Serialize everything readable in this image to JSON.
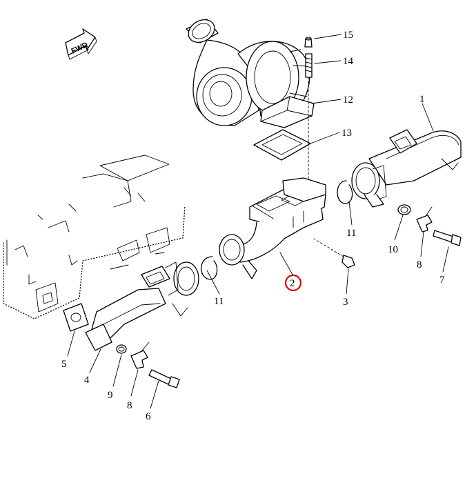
{
  "fwd_label": "FWD",
  "highlight_color": "#d9000d",
  "callouts": [
    {
      "id": "15",
      "text": "15"
    },
    {
      "id": "14",
      "text": "14"
    },
    {
      "id": "12",
      "text": "12"
    },
    {
      "id": "13",
      "text": "13"
    },
    {
      "id": "1",
      "text": "1"
    },
    {
      "id": "11a",
      "text": "11"
    },
    {
      "id": "11b",
      "text": "11"
    },
    {
      "id": "10",
      "text": "10"
    },
    {
      "id": "8a",
      "text": "8"
    },
    {
      "id": "8b",
      "text": "8"
    },
    {
      "id": "7",
      "text": "7"
    },
    {
      "id": "2",
      "text": "2",
      "highlighted": true
    },
    {
      "id": "3",
      "text": "3"
    },
    {
      "id": "5",
      "text": "5"
    },
    {
      "id": "4",
      "text": "4"
    },
    {
      "id": "9",
      "text": "9"
    },
    {
      "id": "6",
      "text": "6"
    }
  ]
}
